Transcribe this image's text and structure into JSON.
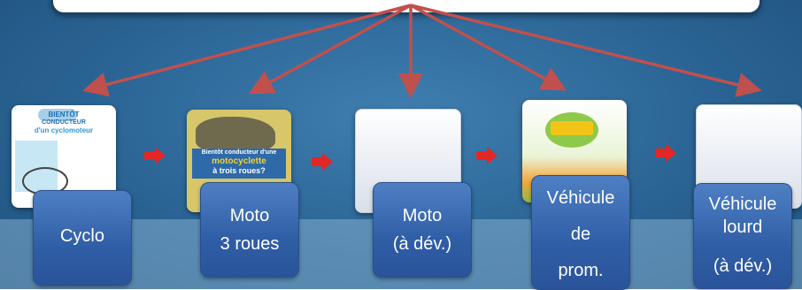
{
  "steps": [
    {
      "label_lines": [
        "Cyclo"
      ],
      "thumbnail": "cyclo-brochure",
      "thumb_text": [
        "BIENTÔT",
        "CONDUCTEUR",
        "d'un cyclomoteur"
      ]
    },
    {
      "label_lines": [
        "Moto",
        "3 roues"
      ],
      "thumbnail": "moto-3-roues-brochure",
      "thumb_text": [
        "Bientôt conducteur d'une",
        "motocyclette",
        "à trois roues?"
      ]
    },
    {
      "label_lines": [
        "Moto",
        "(à dév.)"
      ],
      "thumbnail": "blank"
    },
    {
      "label_lines": [
        "Véhicule",
        "de",
        "prom."
      ],
      "thumbnail": "vehicule-prom-brochure"
    },
    {
      "label_lines": [
        "Véhicule",
        "lourd",
        "(à dév.)"
      ],
      "thumbnail": "blank"
    }
  ],
  "colors": {
    "arrow": "#c0504d",
    "box": "#2f5ea6",
    "background": "#2a6494"
  }
}
